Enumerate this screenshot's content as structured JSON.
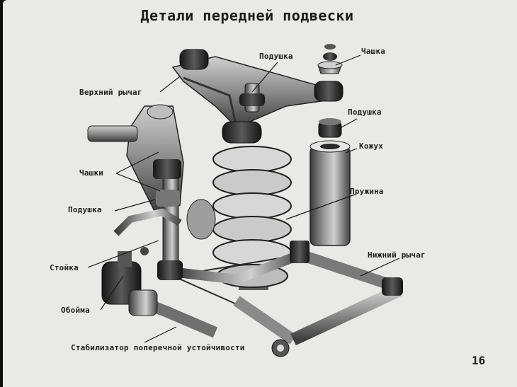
{
  "slide": {
    "title": "Детали передней подвески",
    "page_number": "16"
  },
  "labels": {
    "upper_arm": "Верхний рычаг",
    "cushion_top": "Подушка",
    "cup_top": "Чашка",
    "cushion_right": "Подушка",
    "casing": "Кожух",
    "spring": "Пружина",
    "lower_arm": "Нижний рычаг",
    "cups_left": "Чашки",
    "cushion_left": "Подушка",
    "strut": "Стойка",
    "clamp": "Обойма",
    "stabilizer": "Стабилизатор поперечной устойчивости"
  }
}
